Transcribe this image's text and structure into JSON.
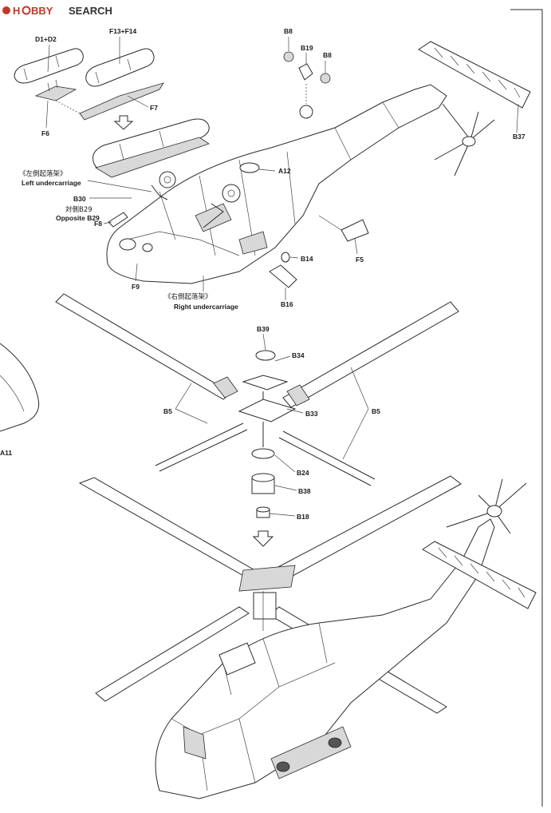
{
  "watermark": {
    "brand_a": "H",
    "brand_b": "BBY",
    "brand_c": "SEARCH"
  },
  "labels": {
    "d1_d2": "D1+D2",
    "f13_f14": "F13+F14",
    "f6": "F6",
    "f7": "F7",
    "b8_top": "B8",
    "b19": "B19",
    "b8_right": "B8",
    "b37": "B37",
    "a12": "A12",
    "left_cn": "《左側起落架》",
    "left_en": "Left undercarriage",
    "b30": "B30",
    "opp_cn": "対側B29",
    "opp_en": "Opposite B29",
    "f8": "F8",
    "f9": "F9",
    "f5": "F5",
    "b14": "B14",
    "b16": "B16",
    "right_cn": "《右側起落架》",
    "right_en": "Right undercarriage",
    "b39": "B39",
    "b34": "B34",
    "b33": "B33",
    "b5_left": "B5",
    "b5_right": "B5",
    "b24": "B24",
    "b38": "B38",
    "b18": "B18",
    "a11": "A11"
  }
}
